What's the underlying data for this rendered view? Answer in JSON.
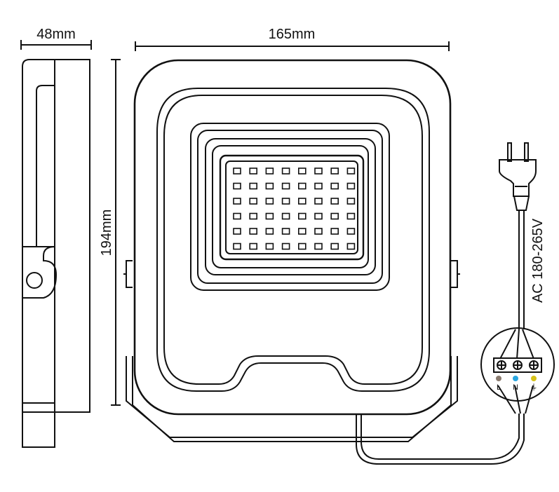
{
  "dimensions": {
    "depth": "48mm",
    "width": "165mm",
    "height": "194mm"
  },
  "power": {
    "voltage_label": "AC 180-265V"
  },
  "terminals": [
    {
      "label": "L",
      "color": "#8a7a6e"
    },
    {
      "label": "N",
      "color": "#2aa6e0"
    },
    {
      "label": "⏚",
      "color": "#d6c21a"
    }
  ],
  "led_grid": {
    "rows": 6,
    "cols": 8
  },
  "colors": {
    "stroke": "#111111",
    "background": "#ffffff"
  }
}
